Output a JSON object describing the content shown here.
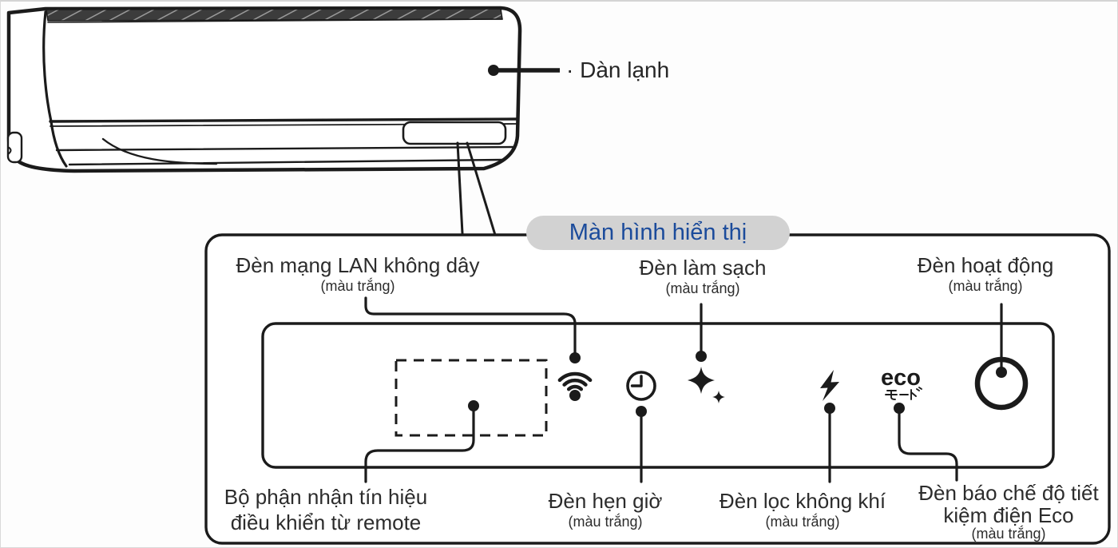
{
  "figure": {
    "unit_label": "· Dàn lạnh",
    "callout": "Màn hình hiển thị",
    "labels": {
      "wireless_lan": {
        "title": "Đèn mạng LAN không dây",
        "sub": "(màu trắng)"
      },
      "clean": {
        "title": "Đèn làm sạch",
        "sub": "(màu trắng)"
      },
      "operation": {
        "title": "Đèn hoạt động",
        "sub": "(màu trắng)"
      },
      "receiver": {
        "line1": "Bộ phận nhận tín hiệu",
        "line2": "điều khiển từ remote"
      },
      "timer": {
        "title": "Đèn hẹn giờ",
        "sub": "(màu trắng)"
      },
      "air_filter": {
        "title": "Đèn lọc không khí",
        "sub": "(màu trắng)"
      },
      "eco_mode": {
        "line1": "Đèn báo chế độ tiết",
        "line2": "kiệm điện Eco",
        "sub": "(màu trắng)"
      }
    },
    "panel": {
      "eco_label": "eco",
      "eco_mode_kana": "モード",
      "icons": [
        "wifi-icon",
        "clock-icon",
        "sparkle-icon",
        "lightning-icon",
        "eco-text",
        "power-circle-icon"
      ]
    },
    "colors": {
      "callout_text": "#1b4b9b",
      "callout_bg": "#d2d2d2",
      "line": "#1b1b1b",
      "text": "#2c2c2c"
    }
  }
}
